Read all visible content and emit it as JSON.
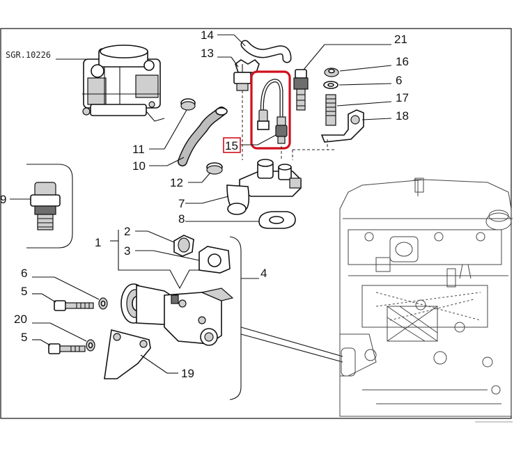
{
  "drawing_ref": "SGR.10226",
  "highlight_color": "#d0101e",
  "callouts": {
    "c1": "1",
    "c2": "2",
    "c3": "3",
    "c4": "4",
    "c5a": "5",
    "c5b": "5",
    "c6a": "6",
    "c6b": "6",
    "c7": "7",
    "c8": "8",
    "c9": "9",
    "c10": "10",
    "c11": "11",
    "c12": "12",
    "c13": "13",
    "c14": "14",
    "c15": "15",
    "c16": "16",
    "c17": "17",
    "c18": "18",
    "c19": "19",
    "c20": "20",
    "c21": "21"
  },
  "highlighted_part": "15"
}
